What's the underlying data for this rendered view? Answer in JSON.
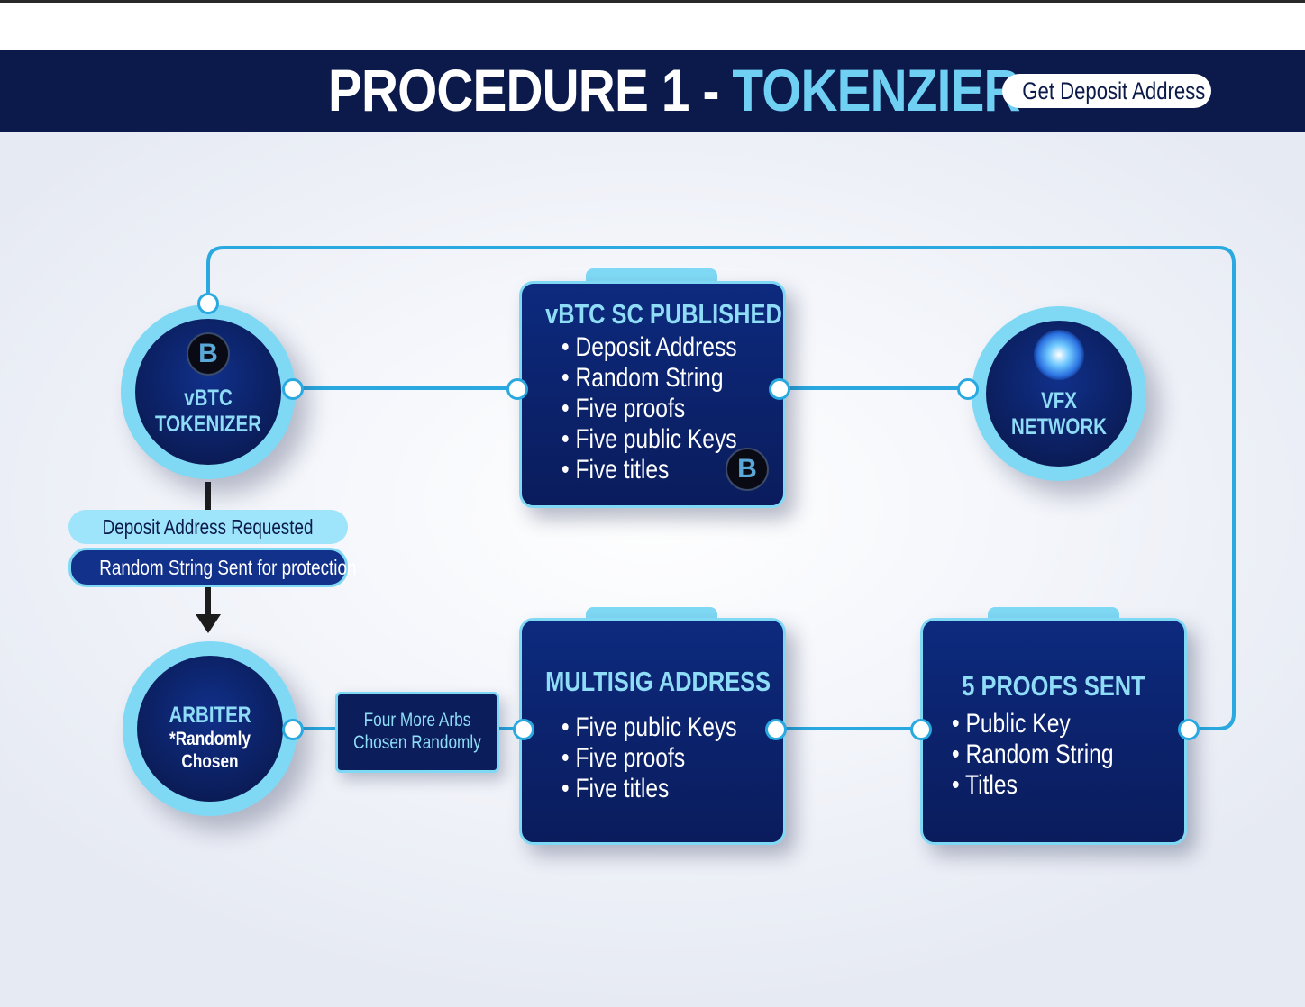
{
  "header": {
    "title_main": "PROCEDURE 1 - ",
    "title_accent": "TOKENZIER",
    "button_label": "Get Deposit Address"
  },
  "nodes": {
    "tokenizer": {
      "line1": "vBTC",
      "line2": "TOKENIZER",
      "badge": "B"
    },
    "vfx": {
      "line1": "VFX",
      "line2": "NETWORK"
    },
    "arbiter": {
      "line1": "ARBITER",
      "line2": "*Randomly",
      "line3": "Chosen"
    }
  },
  "cards": {
    "published": {
      "title": "vBTC SC PUBLISHED",
      "items": [
        "• Deposit Address",
        "• Random String",
        "• Five proofs",
        "• Five public Keys",
        "• Five titles"
      ],
      "badge": "B"
    },
    "multisig": {
      "title": "MULTISIG ADDRESS",
      "items": [
        "• Five public Keys",
        "• Five proofs",
        "• Five titles"
      ]
    },
    "proofs": {
      "title": "5 PROOFS SENT",
      "items": [
        "• Public Key",
        "• Random String",
        "• Titles"
      ]
    }
  },
  "labels": {
    "deposit_requested": "Deposit Address Requested",
    "random_string_sent": "Random String Sent for protection",
    "four_more_line1": "Four More Arbs",
    "four_more_line2": "Chosen Randomly"
  },
  "colors": {
    "navy": "#0b1a4a",
    "accent": "#6fd0f4",
    "connector": "#29a9e0"
  }
}
